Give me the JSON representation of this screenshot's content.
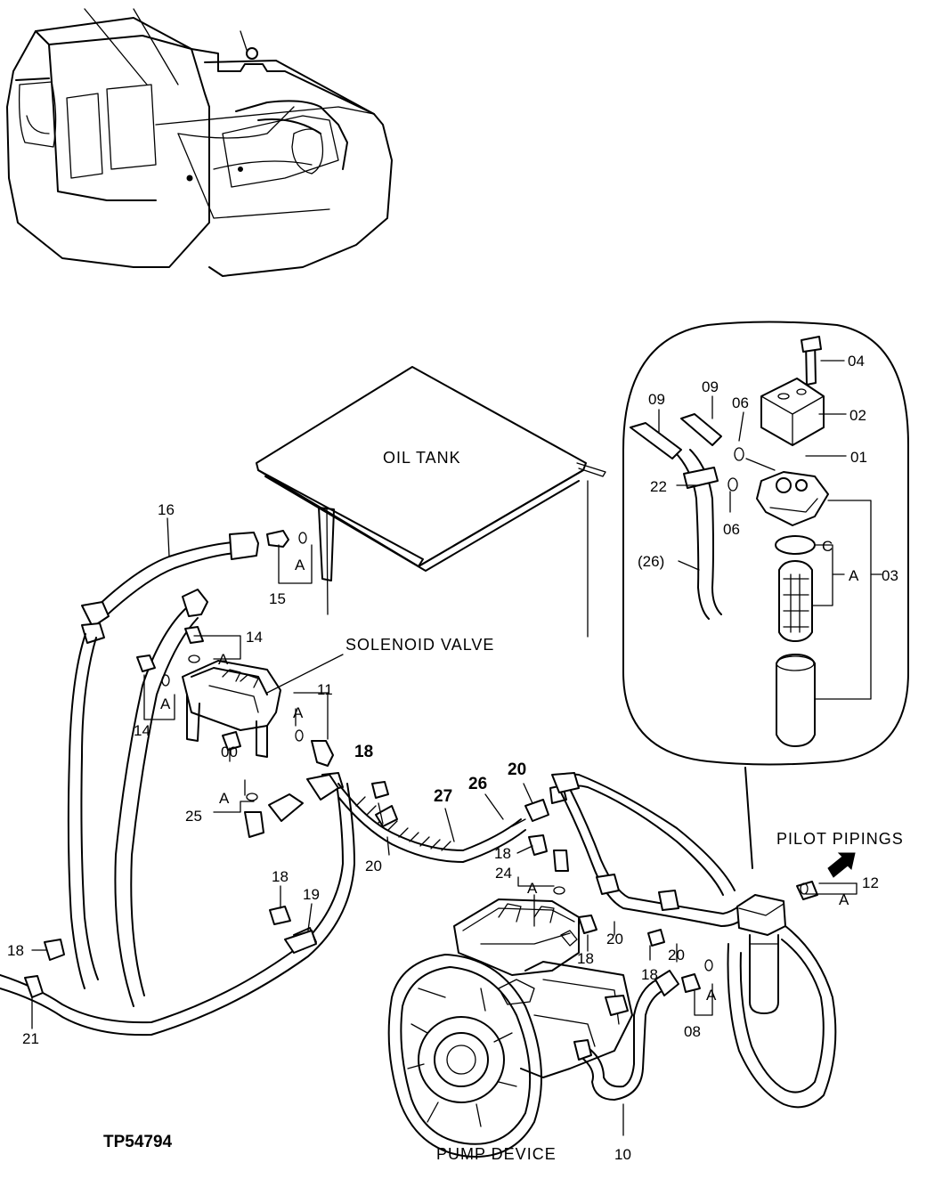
{
  "figure_id": "TP54794",
  "component_labels": {
    "oil_tank": "OIL TANK",
    "solenoid_valve": "SOLENOID VALVE",
    "pilot_pipings": "PILOT PIPINGS",
    "pump_device": "PUMP DEVICE"
  },
  "part_callouts": [
    "04",
    "09",
    "09",
    "06",
    "02",
    "01",
    "22",
    "06",
    "C",
    "(26)",
    "A",
    "03",
    "16",
    "A",
    "15",
    "14",
    "A",
    "14",
    "A",
    "11",
    "A",
    "00",
    "18",
    "A",
    "25",
    "20",
    "27",
    "26",
    "20",
    "18",
    "24",
    "A",
    "18",
    "19",
    "18",
    "21",
    "20",
    "18",
    "18",
    "20",
    "A",
    "08",
    "12",
    "A",
    "10"
  ]
}
